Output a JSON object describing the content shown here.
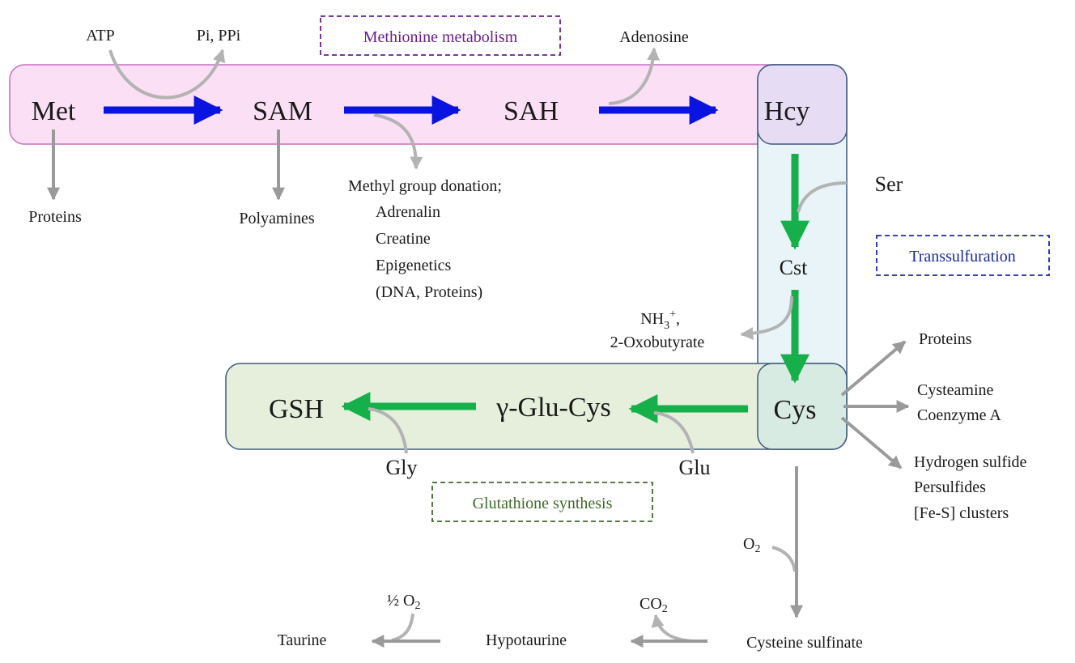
{
  "colors": {
    "methionine_box_fill": "#fbe0f5",
    "methionine_box_stroke": "#c56fc0",
    "hcy_fill": "#e6ddf5",
    "transsulfuration_fill": "#e8f4f8",
    "transsulfuration_stroke": "#3d5a80",
    "glutathione_fill": "#e6efdc",
    "glutathione_stroke": "#3d5a80",
    "blue_arrow": "#0a14e0",
    "green_arrow": "#15b04a",
    "gray_arrow": "#9a9a9a",
    "methionine_title_color": "#6a1f8e",
    "transsulfuration_title_color": "#1a2a9e",
    "glutathione_title_color": "#3f6a2a"
  },
  "titles": {
    "methionine": "Methionine metabolism",
    "transsulfuration": "Transsulfuration",
    "glutathione": "Glutathione synthesis"
  },
  "nodes": {
    "met": "Met",
    "sam": "SAM",
    "sah": "SAH",
    "hcy": "Hcy",
    "cst": "Cst",
    "cys": "Cys",
    "gglucys": "γ-Glu-Cys",
    "gsh": "GSH"
  },
  "cofactors": {
    "atp": "ATP",
    "pi_ppi": "Pi, PPi",
    "adenosine": "Adenosine",
    "ser": "Ser",
    "nh3": "NH",
    "nh3_sub": "3",
    "nh3_sup": "+",
    "nh3_comma": ",",
    "oxobutyrate": "2-Oxobutyrate",
    "glu": "Glu",
    "gly": "Gly",
    "o2": "O",
    "o2_sub": "2",
    "co2": "CO",
    "co2_sub": "2",
    "half_o2": "½ O",
    "half_o2_sub": "2"
  },
  "products": {
    "met_proteins": "Proteins",
    "polyamines": "Polyamines",
    "methyl_lines": [
      "Methyl  group donation;",
      "Adrenalin",
      "Creatine",
      "Epigenetics",
      "(DNA, Proteins)"
    ],
    "cys_proteins": "Proteins",
    "cysteamine_lines": [
      "Cysteamine",
      "Coenzyme A"
    ],
    "sulfide_lines": [
      "Hydrogen sulfide",
      "Persulfides",
      "[Fe-S] clusters"
    ],
    "cysteine_sulfinate": "Cysteine sulfinate",
    "hypotaurine": "Hypotaurine",
    "taurine": "Taurine"
  }
}
